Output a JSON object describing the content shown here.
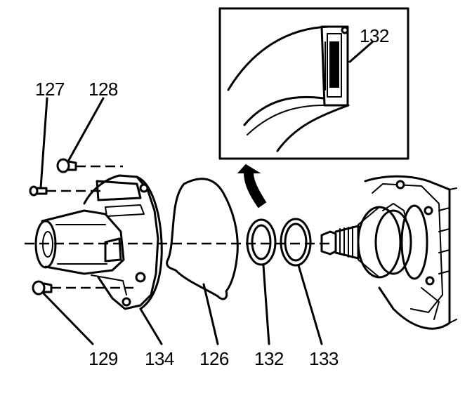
{
  "callouts": {
    "c127": "127",
    "c128": "128",
    "c129": "129",
    "c134": "134",
    "c126": "126",
    "c132": "132",
    "c133": "133",
    "inset_132": "132"
  }
}
